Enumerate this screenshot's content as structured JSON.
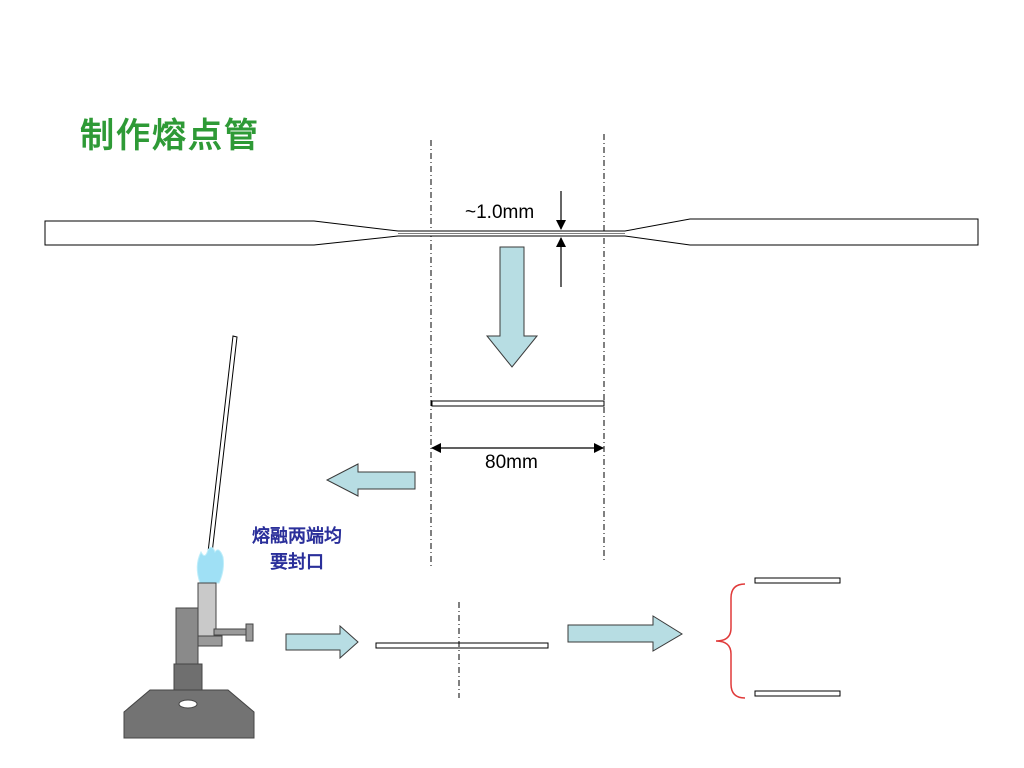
{
  "title": "制作熔点管",
  "labels": {
    "diameter": "~1.0mm",
    "length": "80mm",
    "note_line1": "熔融两端均",
    "note_line2": "要封口"
  },
  "colors": {
    "title": "#2e9a36",
    "note": "#2a2f9a",
    "arrow_fill": "#b7dde3",
    "brace": "#e03a3a",
    "flame": "#9fe0f5",
    "burner": "#7f7f7f"
  }
}
